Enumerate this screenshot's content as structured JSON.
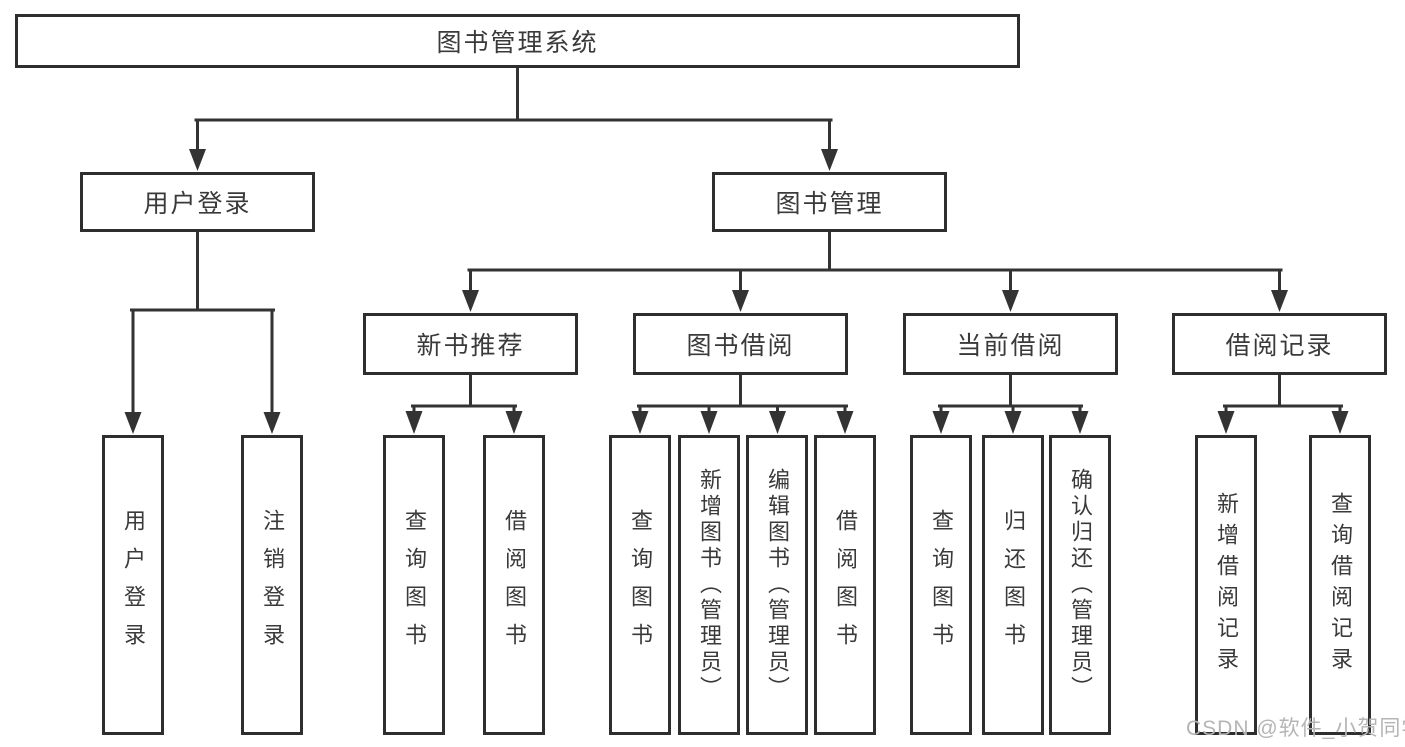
{
  "tree": {
    "root": "图书管理系统",
    "user_login": {
      "label": "用户登录",
      "children": [
        "用户登录",
        "注销登录"
      ]
    },
    "book_mgmt": {
      "label": "图书管理",
      "groups": [
        {
          "label": "新书推荐",
          "children": [
            "查询图书",
            "借阅图书"
          ]
        },
        {
          "label": "图书借阅",
          "children": [
            "查询图书",
            "新增图书（管理员）",
            "编辑图书（管理员）",
            "借阅图书"
          ]
        },
        {
          "label": "当前借阅",
          "children": [
            "查询图书",
            "归还图书",
            "确认归还（管理员）"
          ]
        },
        {
          "label": "借阅记录",
          "children": [
            "新增借阅记录",
            "查询借阅记录"
          ]
        }
      ]
    }
  },
  "watermark": "CSDN @软件_小贺同学",
  "colors": {
    "line": "#333333",
    "box_border": "#2e2e2e",
    "box_fill": "#ffffff",
    "text": "#3a3a3a",
    "watermark": "#b5b5b5",
    "background": "#ffffff"
  }
}
